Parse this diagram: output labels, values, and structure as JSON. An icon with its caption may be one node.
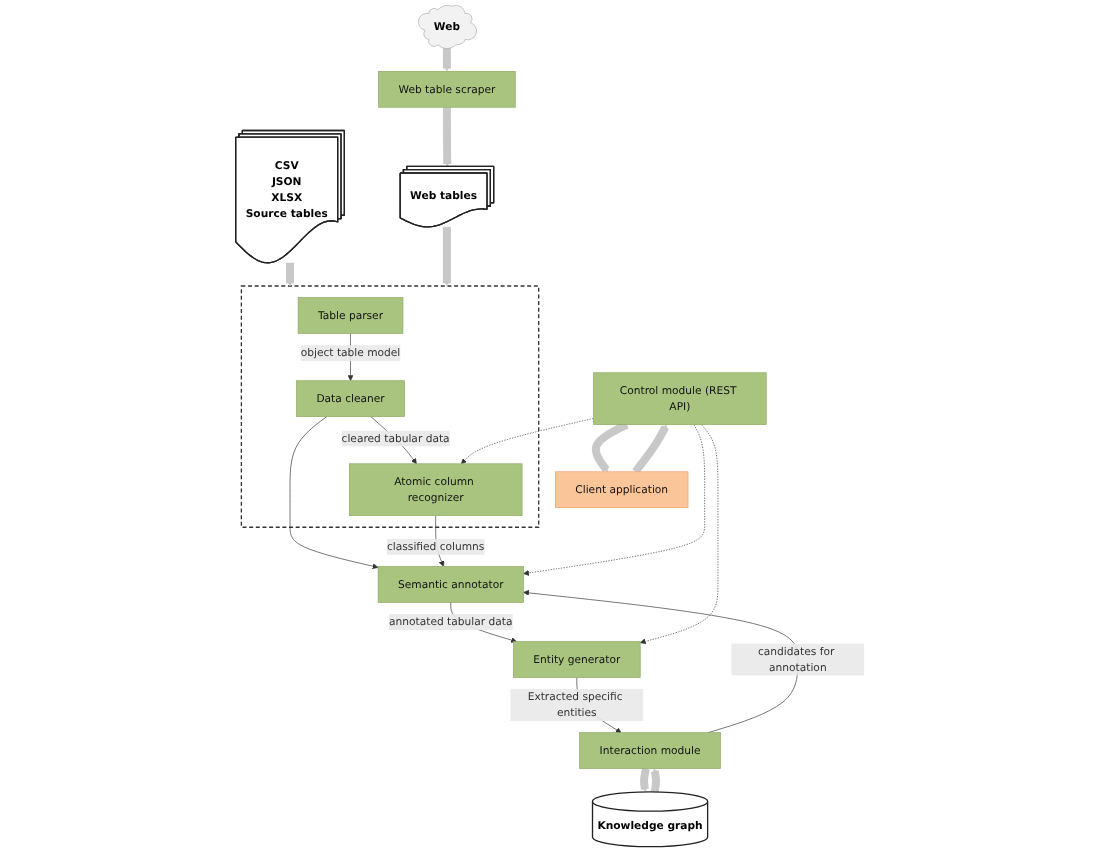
{
  "diagram": {
    "nodes": [
      {
        "text": [
          "CSV",
          "JSON",
          "XLSX",
          "Source tables"
        ]
      },
      {
        "text": [],
        "shape": "box"
      },
      {
        "text": [
          "Table parser"
        ],
        "in": 1
      },
      {
        "text": [
          "Data cleaner"
        ],
        "in": 1
      },
      {
        "text": [
          "Atomic column recognizer"
        ],
        "in": 1
      },
      {
        "text": [
          "Web tables"
        ]
      },
      {
        "text": [
          "Semantic annotator"
        ]
      },
      {
        "text": [
          "Web table scraper"
        ]
      },
      {
        "text": [
          "Interaction module"
        ]
      },
      {
        "text": [
          "Entity generator"
        ]
      },
      {
        "text": [
          "Web"
        ]
      },
      {
        "text": [
          "Knowledge graph"
        ]
      },
      {
        "text": [
          "Control module (REST API)"
        ]
      },
      {
        "text": [
          "Client application"
        ]
      }
    ],
    "edges": [
      {
        "from": 0,
        "to": 1,
        "arrow": "to",
        "style": "thick",
        "color": "#c8c8c8"
      },
      {
        "from": 2,
        "to": 3,
        "arrow": "to",
        "label": "object table model"
      },
      {
        "from": 3,
        "to": 4,
        "arrow": "to",
        "label": "cleared tabular data"
      },
      {
        "from": 3,
        "to": 6,
        "arrow": "to"
      },
      {
        "from": 4,
        "to": 6,
        "arrow": "to",
        "label": "classified columns"
      },
      {
        "from": 8,
        "to": 6,
        "arrow": "to",
        "label": "candidates for annotation"
      },
      {
        "from": 6,
        "to": 9,
        "arrow": "to",
        "label": "annotated tabular data"
      },
      {
        "from": 9,
        "to": 8,
        "arrow": "to",
        "label": "Extracted specific entities"
      },
      {
        "from": 12,
        "to": 4,
        "arrow": "to",
        "style": "dashed"
      },
      {
        "from": 12,
        "to": 6,
        "arrow": "to",
        "style": "dashed"
      },
      {
        "from": 12,
        "to": 9,
        "arrow": "to",
        "style": "dashed"
      },
      {
        "from": 5,
        "to": 1,
        "arrow": "to",
        "style": "thick",
        "color": "#c8c8c8"
      },
      {
        "from": 7,
        "to": 5,
        "arrow": "to",
        "style": "thick",
        "color": "#c8c8c8"
      },
      {
        "from": 10,
        "to": 7,
        "arrow": "to",
        "style": "thick",
        "color": "#c8c8c8"
      },
      {
        "from": 11,
        "to": 8,
        "arrow": "to",
        "style": "thick",
        "color": "#c8c8c8"
      },
      {
        "from": 8,
        "to": 11,
        "arrow": "to",
        "style": "thick",
        "color": "#c8c8c8"
      },
      {
        "from": 13,
        "to": 12,
        "arrow": "to",
        "style": "thick",
        "color": "#c8c8c8"
      },
      {
        "from": 12,
        "to": 13,
        "arrow": "to",
        "style": "thick",
        "color": "#c8c8c8"
      }
    ]
  }
}
